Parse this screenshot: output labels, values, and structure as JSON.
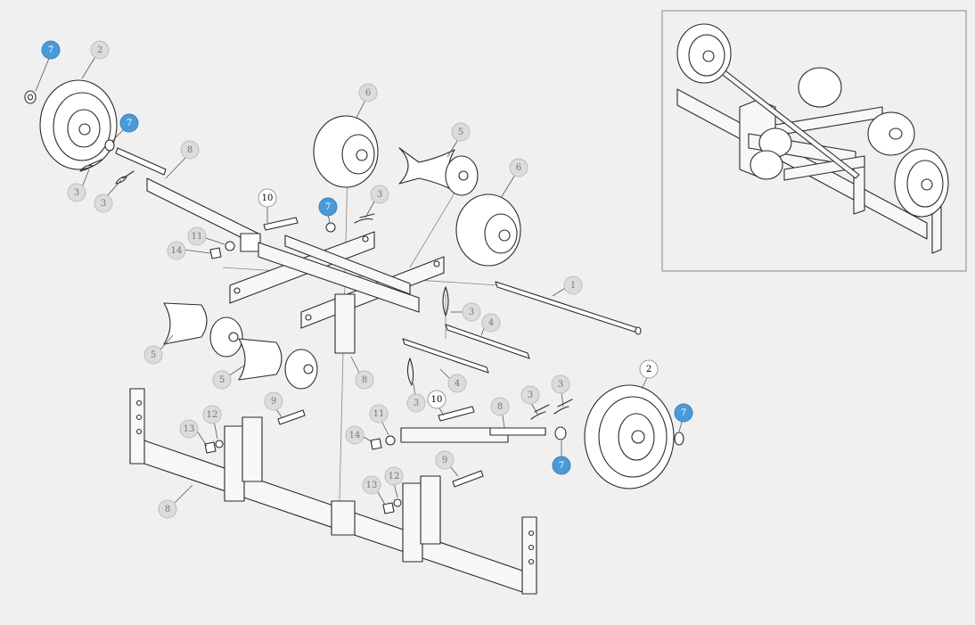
{
  "colors": {
    "background": "#f0f0f0",
    "callout_grey": "#dcdcdc",
    "callout_grey_text": "#777777",
    "callout_blue": "#4a9ad8",
    "callout_blue_text": "#ffffff",
    "callout_white": "#ffffff",
    "callout_white_text": "#000000",
    "inset_border": "#999999"
  },
  "callouts": [
    {
      "label": "7",
      "style": "blue"
    },
    {
      "label": "2",
      "style": "grey"
    },
    {
      "label": "7",
      "style": "blue"
    },
    {
      "label": "3",
      "style": "grey"
    },
    {
      "label": "3",
      "style": "grey"
    },
    {
      "label": "8",
      "style": "grey"
    },
    {
      "label": "6",
      "style": "grey"
    },
    {
      "label": "5",
      "style": "grey"
    },
    {
      "label": "6",
      "style": "grey"
    },
    {
      "label": "10",
      "style": "white"
    },
    {
      "label": "7",
      "style": "blue"
    },
    {
      "label": "3",
      "style": "grey"
    },
    {
      "label": "11",
      "style": "grey"
    },
    {
      "label": "14",
      "style": "grey"
    },
    {
      "label": "1",
      "style": "grey"
    },
    {
      "label": "3",
      "style": "grey"
    },
    {
      "label": "4",
      "style": "grey"
    },
    {
      "label": "5",
      "style": "grey"
    },
    {
      "label": "5",
      "style": "grey"
    },
    {
      "label": "8",
      "style": "grey"
    },
    {
      "label": "4",
      "style": "grey"
    },
    {
      "label": "3",
      "style": "grey"
    },
    {
      "label": "10",
      "style": "white"
    },
    {
      "label": "9",
      "style": "grey"
    },
    {
      "label": "12",
      "style": "grey"
    },
    {
      "label": "13",
      "style": "grey"
    },
    {
      "label": "11",
      "style": "grey"
    },
    {
      "label": "14",
      "style": "grey"
    },
    {
      "label": "8",
      "style": "grey"
    },
    {
      "label": "3",
      "style": "grey"
    },
    {
      "label": "3",
      "style": "grey"
    },
    {
      "label": "2",
      "style": "white"
    },
    {
      "label": "7",
      "style": "blue"
    },
    {
      "label": "7",
      "style": "blue"
    },
    {
      "label": "9",
      "style": "grey"
    },
    {
      "label": "12",
      "style": "grey"
    },
    {
      "label": "13",
      "style": "grey"
    },
    {
      "label": "8",
      "style": "grey"
    }
  ]
}
